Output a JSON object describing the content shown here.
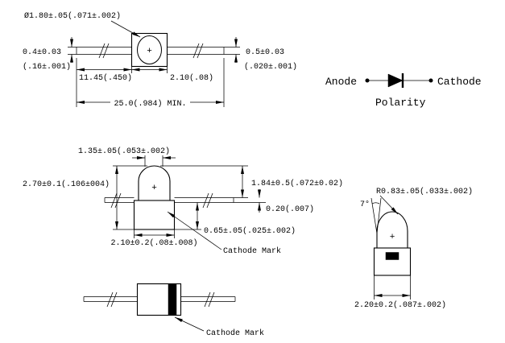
{
  "colors": {
    "ink": "#000000",
    "background": "#ffffff"
  },
  "top_view": {
    "diameter": "Ø1.80±.05(.071±.002)",
    "lead_thickness_left_mm": "0.4±0.03",
    "lead_thickness_left_in": "(.16±.001)",
    "lead_thickness_right_mm": "0.5±0.03",
    "lead_thickness_right_in": "(.020±.001)",
    "lead_length": "11.45(.450)",
    "body_length": "2.10(.08)",
    "overall_length": "25.0(.984) MIN.",
    "plus": "+"
  },
  "polarity": {
    "anode": "Anode",
    "cathode": "Cathode",
    "title": "Polarity"
  },
  "side_view": {
    "lens_tip_width": "1.35±.05(.053±.002)",
    "overall_height": "2.70±0.1(.106±004)",
    "lens_height": "1.84±0.5(.072±0.02)",
    "lead_thickness": "0.20(.007)",
    "base_height": "0.65±.05(.025±.002)",
    "body_width": "2.10±0.2(.08±.008)",
    "cathode_mark": "Cathode Mark",
    "plus": "+"
  },
  "bottom_view": {
    "cathode_mark": "Cathode Mark"
  },
  "end_view": {
    "lens_radius": "R0.83±.05(.033±.002)",
    "draft_angle": "7°",
    "body_width": "2.20±0.2(.087±.002)",
    "plus": "+"
  }
}
